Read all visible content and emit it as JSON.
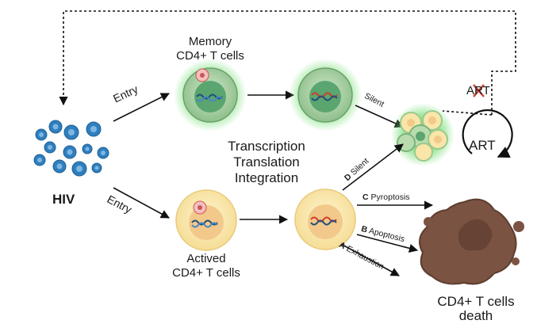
{
  "labels": {
    "memory_cells": "Memory",
    "memory_cells_2": "CD4+ T cells",
    "active_cells": "Actived",
    "active_cells_2": "CD4+ T cells",
    "hiv": "HIV",
    "entry_top": "Entry",
    "entry_bottom": "Entry",
    "process_1": "Transcription",
    "process_2": "Translation",
    "process_3": "Integration",
    "silent_top": "Silent",
    "silent_d_letter": "D",
    "silent_d": "Silent",
    "pyroptosis_letter": "C",
    "pyroptosis": "Pyroptosis",
    "apoptosis_letter": "B",
    "apoptosis": "Apoptosis",
    "exhaustion_letter": "A",
    "exhaustion": "Exhaustion",
    "art_blocked": "ART",
    "art_cycle": "ART",
    "death_1": "CD4+ T cells",
    "death_2": "death"
  },
  "colors": {
    "memory_cell_fill": "#9ccc9c",
    "memory_nucleus": "#5aa570",
    "memory_glow": "#7de07d",
    "active_cell_fill": "#f9e6a8",
    "active_nucleus": "#f2c98a",
    "virus_blue": "#2f7fbf",
    "dead_cell": "#7a5342",
    "dead_cell_dark": "#5e3d2f",
    "red_cross": "#d33a2c"
  }
}
